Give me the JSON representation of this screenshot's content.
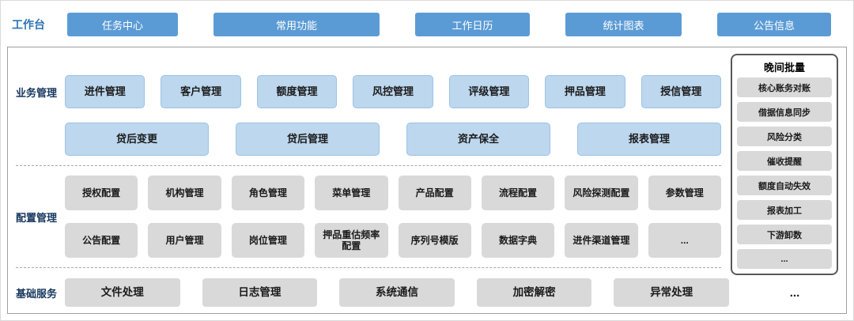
{
  "workbench": {
    "label": "工作台",
    "items": [
      "任务中心",
      "常用功能",
      "工作日历",
      "统计图表",
      "公告信息"
    ]
  },
  "business": {
    "label": "业务管理",
    "row1": [
      "进件管理",
      "客户管理",
      "额度管理",
      "风控管理",
      "评级管理",
      "押品管理",
      "授信管理"
    ],
    "row2": [
      "贷后变更",
      "贷后管理",
      "资产保全",
      "报表管理"
    ]
  },
  "config": {
    "label": "配置管理",
    "row1": [
      "授权配置",
      "机构管理",
      "角色管理",
      "菜单管理",
      "产品配置",
      "流程配置",
      "风险探测配置",
      "参数管理"
    ],
    "row2": [
      "公告配置",
      "用户管理",
      "岗位管理",
      "押品重估频率配置",
      "序列号模版",
      "数据字典",
      "进件渠道管理",
      "..."
    ]
  },
  "basic": {
    "label": "基础服务",
    "items": [
      "文件处理",
      "日志管理",
      "系统通信",
      "加密解密",
      "异常处理"
    ],
    "more": "..."
  },
  "batch": {
    "title": "晚间批量",
    "items": [
      "核心账务对账",
      "借据信息同步",
      "风险分类",
      "催收提醒",
      "额度自动失效",
      "报表加工",
      "下游卸数",
      "..."
    ]
  },
  "colors": {
    "nav_blue": "#5B9BD5",
    "module_light_blue": "#BDD7EE",
    "module_gray": "#D9D9D9",
    "label_navy": "#17375E"
  }
}
